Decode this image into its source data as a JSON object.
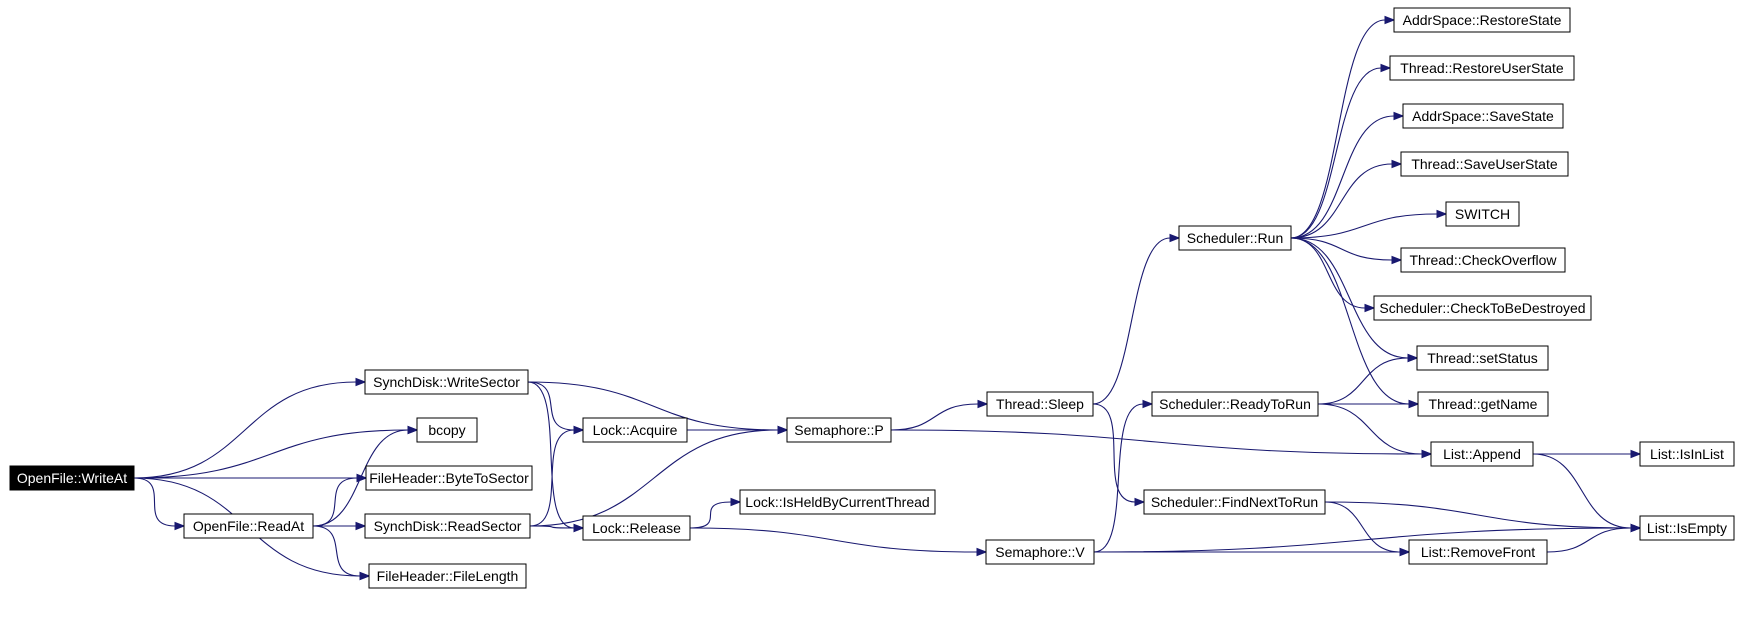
{
  "colors": {
    "edge": "#191970",
    "root_fill": "#000000",
    "root_text": "#ffffff",
    "node_fill": "#ffffff",
    "node_border": "#000000"
  },
  "nodes": {
    "writeat": "OpenFile::WriteAt",
    "readat": "OpenFile::ReadAt",
    "writesector": "SynchDisk::WriteSector",
    "bcopy": "bcopy",
    "bytetosector": "FileHeader::ByteToSector",
    "readsector": "SynchDisk::ReadSector",
    "filelength": "FileHeader::FileLength",
    "acquire": "Lock::Acquire",
    "release": "Lock::Release",
    "isheld": "Lock::IsHeldByCurrentThread",
    "semp": "Semaphore::P",
    "semv": "Semaphore::V",
    "sleep": "Thread::Sleep",
    "run": "Scheduler::Run",
    "readytorun": "Scheduler::ReadyToRun",
    "findnext": "Scheduler::FindNextToRun",
    "restorestate": "AddrSpace::RestoreState",
    "restoreuserstate": "Thread::RestoreUserState",
    "savestate": "AddrSpace::SaveState",
    "saveuserstate": "Thread::SaveUserState",
    "switch": "SWITCH",
    "checkoverflow": "Thread::CheckOverflow",
    "checktobedestroyed": "Scheduler::CheckToBeDestroyed",
    "setstatus": "Thread::setStatus",
    "getname": "Thread::getName",
    "append": "List::Append",
    "removefront": "List::RemoveFront",
    "isinlist": "List::IsInList",
    "isempty": "List::IsEmpty"
  },
  "edges": [
    [
      "writeat",
      "writesector"
    ],
    [
      "writeat",
      "bcopy"
    ],
    [
      "writeat",
      "bytetosector"
    ],
    [
      "writeat",
      "readat"
    ],
    [
      "writeat",
      "filelength"
    ],
    [
      "readat",
      "bcopy"
    ],
    [
      "readat",
      "bytetosector"
    ],
    [
      "readat",
      "readsector"
    ],
    [
      "readat",
      "filelength"
    ],
    [
      "writesector",
      "acquire"
    ],
    [
      "writesector",
      "semp"
    ],
    [
      "writesector",
      "release"
    ],
    [
      "readsector",
      "acquire"
    ],
    [
      "readsector",
      "semp"
    ],
    [
      "readsector",
      "release"
    ],
    [
      "acquire",
      "semp"
    ],
    [
      "release",
      "isheld"
    ],
    [
      "release",
      "semv"
    ],
    [
      "semp",
      "sleep"
    ],
    [
      "semp",
      "append"
    ],
    [
      "sleep",
      "run"
    ],
    [
      "sleep",
      "findnext"
    ],
    [
      "semv",
      "readytorun"
    ],
    [
      "semv",
      "removefront"
    ],
    [
      "semv",
      "isempty"
    ],
    [
      "run",
      "restorestate"
    ],
    [
      "run",
      "restoreuserstate"
    ],
    [
      "run",
      "savestate"
    ],
    [
      "run",
      "saveuserstate"
    ],
    [
      "run",
      "switch"
    ],
    [
      "run",
      "checkoverflow"
    ],
    [
      "run",
      "checktobedestroyed"
    ],
    [
      "run",
      "setstatus"
    ],
    [
      "run",
      "getname"
    ],
    [
      "readytorun",
      "setstatus"
    ],
    [
      "readytorun",
      "getname"
    ],
    [
      "readytorun",
      "append"
    ],
    [
      "findnext",
      "removefront"
    ],
    [
      "findnext",
      "isempty"
    ],
    [
      "append",
      "isinlist"
    ],
    [
      "append",
      "isempty"
    ],
    [
      "removefront",
      "isempty"
    ]
  ]
}
